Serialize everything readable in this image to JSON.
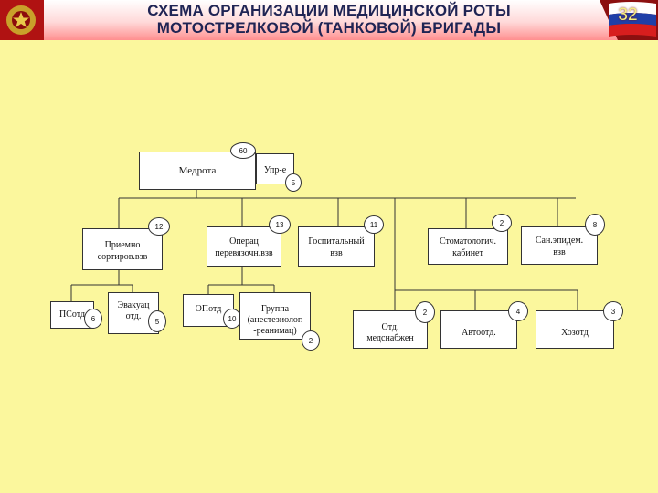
{
  "header": {
    "title_line1": "СХЕМА ОРГАНИЗАЦИИ МЕДИЦИНСКОЙ РОТЫ",
    "title_line2": "МОТОСТРЕЛКОВОЙ (ТАНКОВОЙ) БРИГАДЫ",
    "slide_number": "32"
  },
  "nodes": {
    "medrota": {
      "label": "Медрота",
      "count": "60"
    },
    "upravlenie": {
      "label": "Упр-е",
      "count": "5"
    },
    "priemno": {
      "label_line1": "Приемно",
      "label_line2": "сортиров.взв",
      "count": "12"
    },
    "operac": {
      "label_line1": "Операц",
      "label_line2": "перевязочн.взв",
      "count": "13"
    },
    "gospital": {
      "label_line1": "Госпитальный",
      "label_line2": "взв",
      "count": "11"
    },
    "stomat": {
      "label_line1": "Стоматологич.",
      "label_line2": "кабинет",
      "count": "2"
    },
    "sanepid": {
      "label_line1": "Сан.эпидем.",
      "label_line2": "взв",
      "count": "8"
    },
    "psotd": {
      "label": "ПСотд",
      "count": "6"
    },
    "evakuac": {
      "label_line1": "Эвакуац",
      "label_line2": "отд.",
      "count": "5"
    },
    "opotd": {
      "label": "ОПотд",
      "count": "10"
    },
    "gruppa": {
      "label_line1": "Группа",
      "label_line2": "(анестезиолог.",
      "label_line3": "-реанимац)",
      "count": "2"
    },
    "medsnab": {
      "label_line1": "Отд.",
      "label_line2": "медснабжен",
      "count": "2"
    },
    "avtootd": {
      "label": "Автоотд.",
      "count": "4"
    },
    "hozotd": {
      "label": "Хозотд",
      "count": "3"
    }
  },
  "colors": {
    "background": "#fbf79d",
    "title": "#1f2454",
    "header_red": "#ff8f8f"
  },
  "icons": {
    "emblem": "army-emblem-icon",
    "flag": "russian-flag-icon"
  }
}
